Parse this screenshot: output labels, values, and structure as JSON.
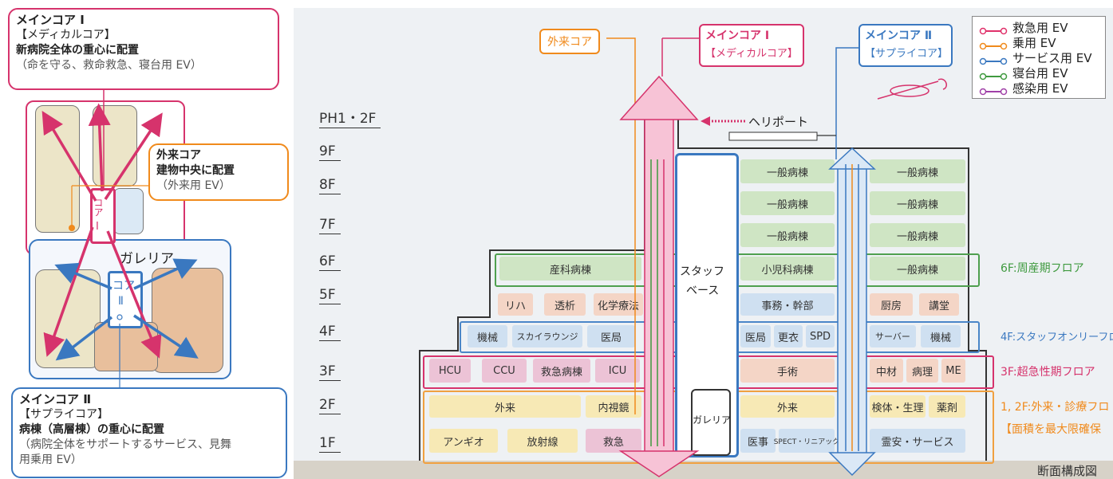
{
  "left": {
    "core1": {
      "t1": "メインコア Ⅰ",
      "t2": "【メディカルコア】",
      "t3": "新病院全体の重心に配置",
      "t4": "（命を守る、救命救急、寝台用 EV）"
    },
    "outpatient": {
      "t1": "外来コア",
      "t2": "建物中央に配置",
      "t3": "（外来用 EV）"
    },
    "core2": {
      "t1": "メインコア Ⅱ",
      "t2": "【サプライコア】",
      "t3": "病棟（高層棟）の重心に配置",
      "t4": "（病院全体をサポートするサービス、見舞",
      "t5": "用乗用 EV）"
    },
    "galleria": "ガレリア",
    "core1_label": "コア",
    "core1_num": "Ⅰ",
    "core2_label": "コア",
    "core2_num": "Ⅱ"
  },
  "legend": [
    {
      "label": "救急用 EV",
      "color": "#e0306a"
    },
    {
      "label": "乗用 EV",
      "color": "#f08a1c"
    },
    {
      "label": "サービス用 EV",
      "color": "#3a78c0"
    },
    {
      "label": "寝台用 EV",
      "color": "#3f9a3f"
    },
    {
      "label": "感染用 EV",
      "color": "#a040a8"
    }
  ],
  "top_labels": {
    "outpatient_core": "外来コア",
    "main1_title": "メインコア Ⅰ",
    "main1_sub": "【メディカルコア】",
    "main2_title": "メインコア Ⅱ",
    "main2_sub": "【サプライコア】",
    "heliport": "ヘリポート"
  },
  "floors": [
    "PH1・2F",
    "9F",
    "8F",
    "7F",
    "6F",
    "5F",
    "4F",
    "3F",
    "2F",
    "1F"
  ],
  "rooms": {
    "r9a": "一般病棟",
    "r9b": "一般病棟",
    "r8a": "一般病棟",
    "r8b": "一般病棟",
    "r7a": "一般病棟",
    "r7b": "一般病棟",
    "sanka": "産科病棟",
    "staff1": "スタッフ",
    "staff2": "ベース",
    "shoni": "小児科病棟",
    "r6b": "一般病棟",
    "riha": "リハ",
    "touseki": "透析",
    "kagaku": "化学療法",
    "jimu": "事務・幹部",
    "chubo": "厨房",
    "kodo": "講堂",
    "kikai": "機械",
    "sky": "スカイラウンジ",
    "ikyoku": "医局",
    "ikyoku2": "医局",
    "koui": "更衣",
    "spd": "SPD",
    "server": "サーバー",
    "kikai2": "機械",
    "hcu": "HCU",
    "ccu": "CCU",
    "kyukyu_byoto": "救急病棟",
    "icu": "ICU",
    "shujutsu": "手術",
    "chuzai": "中材",
    "byouri": "病理",
    "me": "ME",
    "gairai": "外来",
    "naishikyo": "内視鏡",
    "galleria": "ガレリア",
    "gairai2": "外来",
    "kentai": "検体・生理",
    "yakuzai": "薬剤",
    "angio": "アンギオ",
    "hoshasen": "放射線",
    "kyukyu": "救急",
    "iji": "医事",
    "spect": "SPECT・リニアック",
    "reian": "霊安・サービス"
  },
  "band_notes": {
    "f6": "6F:周産期フロア",
    "f4": "4F:スタッフオンリーフロ",
    "f3": "3F:超急性期フロア",
    "f12a": "1, 2F:外来・診療フロ",
    "f12b": "【面積を最大限確保"
  },
  "caption": "断面構成図"
}
